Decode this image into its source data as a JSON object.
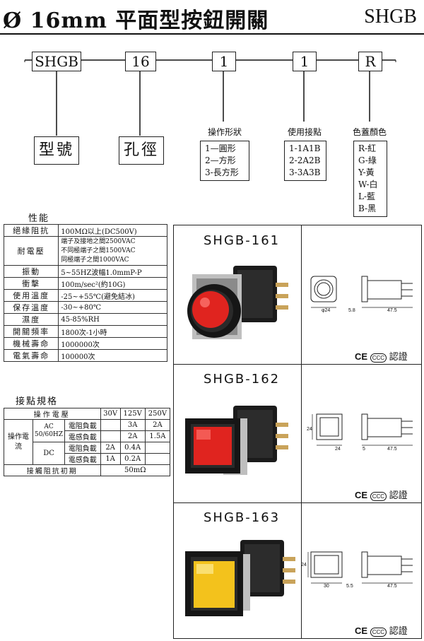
{
  "header": {
    "title": "Ø 16mm 平面型按鈕開關",
    "series": "SHGB"
  },
  "code": {
    "segments": [
      "SHGB",
      "16",
      "1",
      "1",
      "R"
    ]
  },
  "legend": {
    "model_label": "型號",
    "hole_label": "孔徑",
    "shape": {
      "title": "操作形狀",
      "items": [
        "1—圓形",
        "2—方形",
        "3-長方形"
      ]
    },
    "contact": {
      "title": "使用接點",
      "items": [
        "1-1A1B",
        "2-2A2B",
        "3-3A3B"
      ]
    },
    "color": {
      "title": "色蓋顏色",
      "items": [
        "R-紅",
        "G-綠",
        "Y-黃",
        "W-白",
        "L-藍",
        "B-黑"
      ]
    }
  },
  "performance": {
    "title": "性能",
    "rows": [
      {
        "label": "絕緣阻抗",
        "lines": [
          "100MΩ以上(DC500V)"
        ]
      },
      {
        "label": "耐電壓",
        "lines": [
          "端子及接地之間2500VAC",
          "不同極端子之間1500VAC",
          "同極端子之間1000VAC"
        ]
      },
      {
        "label": "振動",
        "lines": [
          "5~55HZ波幅1.0mmP-P"
        ]
      },
      {
        "label": "衝擊",
        "lines": [
          "100m/sec²(約10G)"
        ]
      },
      {
        "label": "使用溫度",
        "lines": [
          "-25~+55℃(避免結冰)"
        ]
      },
      {
        "label": "保存溫度",
        "lines": [
          "-30~+80℃"
        ]
      },
      {
        "label": "濕度",
        "lines": [
          "45-85%RH"
        ]
      },
      {
        "label": "開關頻率",
        "lines": [
          "1800次-1小時"
        ]
      },
      {
        "label": "機械壽命",
        "lines": [
          "1000000次"
        ]
      },
      {
        "label": "電氣壽命",
        "lines": [
          "100000次"
        ]
      }
    ]
  },
  "contact_spec": {
    "title": "接點規格",
    "voltage_label": "操作電壓",
    "voltages": [
      "30V",
      "125V",
      "250V"
    ],
    "current_label": "操作電流",
    "ac_label": "AC 50/60HZ",
    "dc_label": "DC",
    "resistive": "電阻負載",
    "inductive": "電感負載",
    "ac_res": [
      "",
      "3A",
      "2A"
    ],
    "ac_ind": [
      "",
      "2A",
      "1.5A"
    ],
    "dc_res": [
      "2A",
      "0.4A",
      ""
    ],
    "dc_ind": [
      "1A",
      "0.2A",
      ""
    ],
    "resistance_label": "接觸阻抗初期",
    "resistance_value": "50mΩ"
  },
  "products": [
    {
      "model": "SHGB-161",
      "dims": [
        "φ24",
        "5.8",
        "47.5"
      ],
      "cert": "認證",
      "cap_color": "#e0241f"
    },
    {
      "model": "SHGB-162",
      "dims": [
        "24",
        "24",
        "5",
        "47.5"
      ],
      "cert": "認證",
      "cap_color": "#e0241f"
    },
    {
      "model": "SHGB-163",
      "dims": [
        "24",
        "30",
        "5.5",
        "47.5"
      ],
      "cert": "認證",
      "cap_color": "#f3c21c"
    }
  ]
}
